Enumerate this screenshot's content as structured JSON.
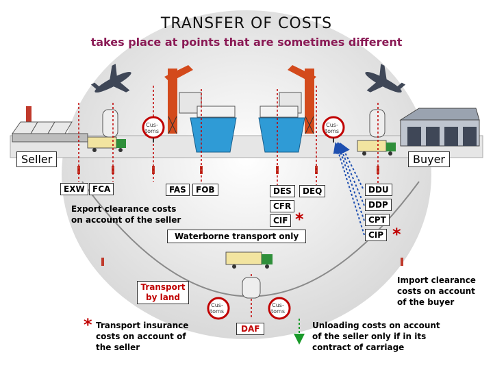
{
  "title": "TRANSFER OF COSTS",
  "subtitle": "takes place at points that are sometimes different",
  "parties": {
    "seller": "Seller",
    "buyer": "Buyer"
  },
  "customs_label": "Cus-\ntoms",
  "terms": {
    "exw": "EXW",
    "fca": "FCA",
    "fas": "FAS",
    "fob": "FOB",
    "des": "DES",
    "deq": "DEQ",
    "cfr": "CFR",
    "cif": "CIF",
    "ddu": "DDU",
    "ddp": "DDP",
    "cpt": "CPT",
    "cip": "CIP",
    "daf": "DAF"
  },
  "notes": {
    "export_line1": "Export clearance costs",
    "export_line2": "on account of the seller",
    "waterborne": "Waterborne transport only",
    "transport_by_land_line1": "Transport",
    "transport_by_land_line2": "by land",
    "insurance_line1": "Transport insurance",
    "insurance_line2": "costs on account of",
    "insurance_line3": "the seller",
    "import_line1": "Import clearance",
    "import_line2": "costs on account",
    "import_line3": "of the buyer",
    "unloading_line1": "Unloading costs on account",
    "unloading_line2": "of the seller only if in its",
    "unloading_line3": "contract of carriage"
  },
  "star": "*",
  "colors": {
    "subtitle": "#8a1a55",
    "red": "#c00000",
    "ground": "#e6e6e6",
    "wharf": "#c8c8c8",
    "crane": "#d34a1c",
    "ship_hull": "#2f9bd6",
    "truck": "#2f8f3a",
    "plane": "#3f4757",
    "arrow_blue": "#1e4fb0",
    "arrow_green": "#1a9a2a",
    "arc": "#8a8a8a"
  },
  "icons": [
    "factory-icon",
    "silo-icon",
    "airplane-icon",
    "crane-icon",
    "ship-icon",
    "truck-icon",
    "customs-icon",
    "warehouse-icon",
    "train-icon"
  ]
}
